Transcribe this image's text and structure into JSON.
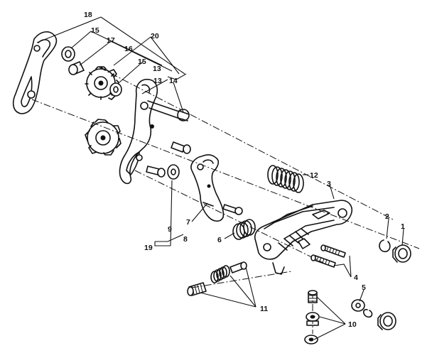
{
  "labels": {
    "l1": "1",
    "l2": "2",
    "l3": "3",
    "l4": "4",
    "l5": "5",
    "l6": "6",
    "l7": "7",
    "l8": "8",
    "l9": "9",
    "l10": "10",
    "l11": "11",
    "l12": "12",
    "l13a": "13",
    "l13b": "13",
    "l14": "14",
    "l15a": "15",
    "l15b": "15",
    "l16": "16",
    "l17": "17",
    "l18": "18",
    "l19": "19",
    "l20": "20"
  },
  "colors": {
    "ink": "#111111",
    "paper": "#ffffff"
  }
}
